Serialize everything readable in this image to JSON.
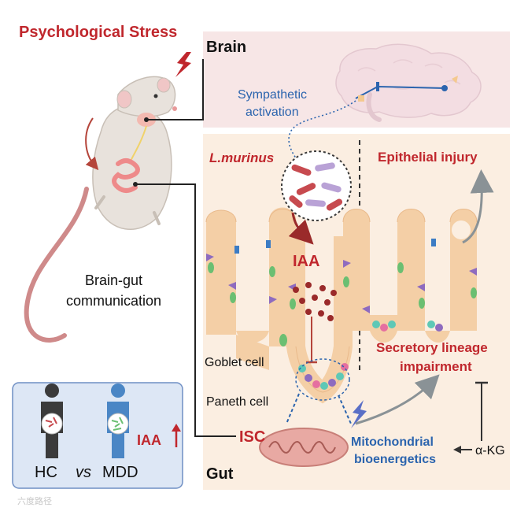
{
  "labels": {
    "psych_stress": "Psychological Stress",
    "brain": "Brain",
    "sympathetic_line1": "Sympathetic",
    "sympathetic_line2": "activation",
    "l_murinus": "L.murinus",
    "epithelial_injury": "Epithelial injury",
    "iaa_gut": "IAA",
    "goblet_cell": "Goblet cell",
    "paneth_cell": "Paneth cell",
    "isc": "ISC",
    "secretory_line1": "Secretory lineage",
    "secretory_line2": "impairment",
    "mito_line1": "Mitochondrial",
    "mito_line2": "bioenergetics",
    "akg": "α-KG",
    "gut": "Gut",
    "brain_gut_line1": "Brain-gut",
    "brain_gut_line2": "communication",
    "hc": "HC",
    "vs": "vs",
    "mdd": "MDD",
    "iaa_inset": "IAA",
    "watermark": "六度路径"
  },
  "colors": {
    "red_text": "#c0272d",
    "blue_text": "#2b64ae",
    "brain_panel": "#f7e6e6",
    "gut_panel": "#fbeee1",
    "inset_bg": "#dde7f5",
    "inset_border": "#6f8fc4",
    "tissue": "#f4cfa6",
    "goblet": "#6bbf72",
    "paneth": "#8e6bbf",
    "isc": "#5ec8b6",
    "iaa_dot": "#9a2a2a",
    "arrow_grey": "#8a9296"
  }
}
